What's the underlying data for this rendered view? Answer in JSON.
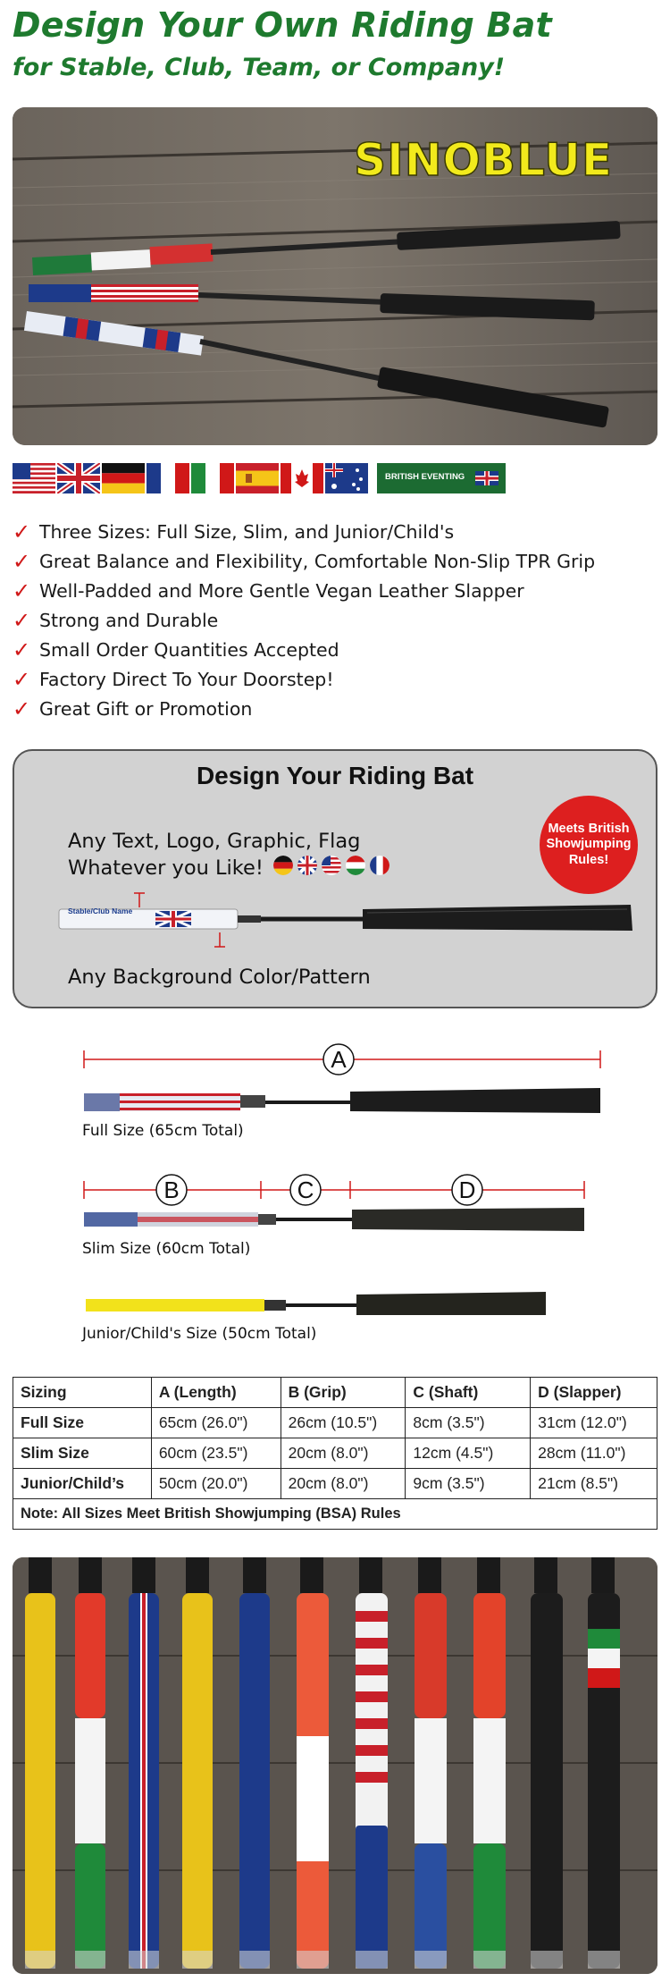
{
  "header": {
    "title": "Design Your Own Riding Bat",
    "subtitle": "for Stable, Club, Team, or Company!"
  },
  "hero": {
    "brand": "SINOBLUE"
  },
  "flags": {
    "items": [
      "us-flag",
      "uk-flag",
      "germany-flag",
      "france-flag",
      "italy-flag",
      "spain-flag",
      "canada-flag",
      "australia-flag",
      "british-eventing-flag"
    ],
    "british_eventing_label": "BRITISH EVENTING"
  },
  "features": [
    "Three Sizes: Full Size, Slim, and Junior/Child's",
    "Great Balance and Flexibility, Comfortable Non-Slip TPR Grip",
    "Well-Padded and More Gentle Vegan Leather Slapper",
    "Strong and Durable",
    "Small Order Quantities Accepted",
    "Factory Direct To Your Doorstep!",
    "Great Gift or Promotion"
  ],
  "design": {
    "title": "Design Your Riding Bat",
    "line1": "Any Text, Logo, Graphic, Flag",
    "line2": "Whatever you Like!",
    "bat_label": "Stable/Club Name",
    "background_line": "Any Background Color/Pattern",
    "badge": "Meets British Showjumping Rules!"
  },
  "sizes": {
    "dim_a": "A",
    "dim_b": "B",
    "dim_c": "C",
    "dim_d": "D",
    "full": "Full Size (65cm Total)",
    "slim": "Slim Size (60cm Total)",
    "junior": "Junior/Child's Size (50cm Total)"
  },
  "table": {
    "headers": [
      "Sizing",
      "A (Length)",
      "B (Grip)",
      "C (Shaft)",
      "D (Slapper)"
    ],
    "rows": [
      [
        "Full Size",
        "65cm (26.0\")",
        "26cm (10.5\")",
        "8cm (3.5\")",
        "31cm (12.0\")"
      ],
      [
        "Slim Size",
        "60cm (23.5\")",
        "20cm (8.0\")",
        "12cm (4.5\")",
        "28cm (11.0\")"
      ],
      [
        "Junior/Child’s",
        "50cm (20.0\")",
        "20cm (8.0\")",
        "9cm (3.5\")",
        "21cm (8.5\")"
      ]
    ],
    "note": "Note: All Sizes Meet British Showjumping (BSA) Rules"
  },
  "colors": {
    "title_green": "#1e7a2e",
    "check_red": "#d01818",
    "brand_yellow": "#f2ea1c",
    "badge_red": "#dd1f1f"
  }
}
